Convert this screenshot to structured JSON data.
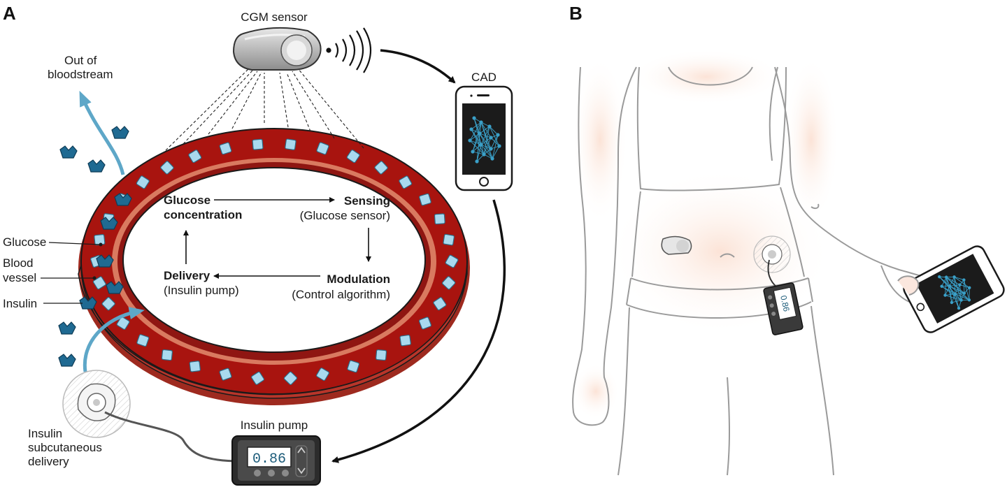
{
  "panels": {
    "a": "A",
    "b": "B"
  },
  "labels": {
    "cgm_sensor": "CGM sensor",
    "cad": "CAD",
    "out_of_bloodstream_1": "Out of",
    "out_of_bloodstream_2": "bloodstream",
    "glucose": "Glucose",
    "blood_vessel_1": "Blood",
    "blood_vessel_2": "vessel",
    "insulin": "Insulin",
    "insulin_subcutaneous_1": "Insulin",
    "insulin_subcutaneous_2": "subcutaneous",
    "insulin_subcutaneous_3": "delivery",
    "insulin_pump": "Insulin pump"
  },
  "cycle": {
    "glucose_concentration_1": "Glucose",
    "glucose_concentration_2": "concentration",
    "sensing_title": "Sensing",
    "sensing_sub": "(Glucose sensor)",
    "modulation_title": "Modulation",
    "modulation_sub": "(Control algorithm)",
    "delivery_title": "Delivery",
    "delivery_sub": "(Insulin pump)"
  },
  "pump": {
    "display_value": "0.86"
  },
  "belt_pump": {
    "display_value": "0.86"
  },
  "colors": {
    "vessel_outer": "#b8352a",
    "vessel_dark": "#8f1612",
    "vessel_inner_rim": "#d97a60",
    "glucose": "#a9d9ee",
    "insulin": "#1f6a92",
    "arrow_blue": "#5ea7c8",
    "skin": "#fbe4da",
    "network": "#3aa0c8"
  },
  "icons": {
    "cgm": "cgm-sensor-icon",
    "phone": "smartphone-icon",
    "network": "neural-network-icon",
    "pump": "insulin-pump-icon",
    "infusion": "infusion-site-icon",
    "signal": "wireless-signal-icon"
  }
}
